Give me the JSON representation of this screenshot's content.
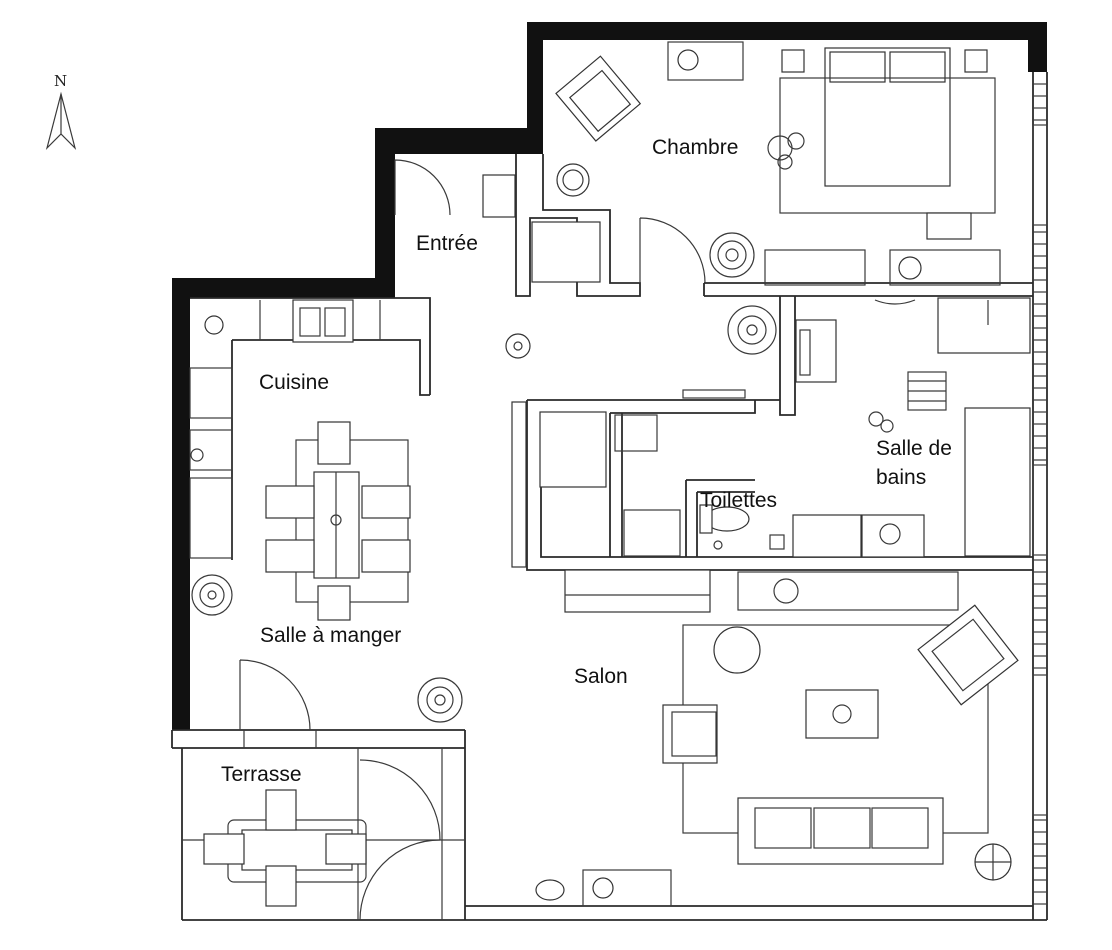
{
  "plan": {
    "north_label": "N",
    "rooms": {
      "chambre": "Chambre",
      "entree": "Entrée",
      "cuisine": "Cuisine",
      "salle_de_bains_1": "Salle de",
      "salle_de_bains_2": "bains",
      "toilettes": "Toilettes",
      "salle_a_manger": "Salle à manger",
      "salon": "Salon",
      "terrasse": "Terrasse"
    }
  }
}
